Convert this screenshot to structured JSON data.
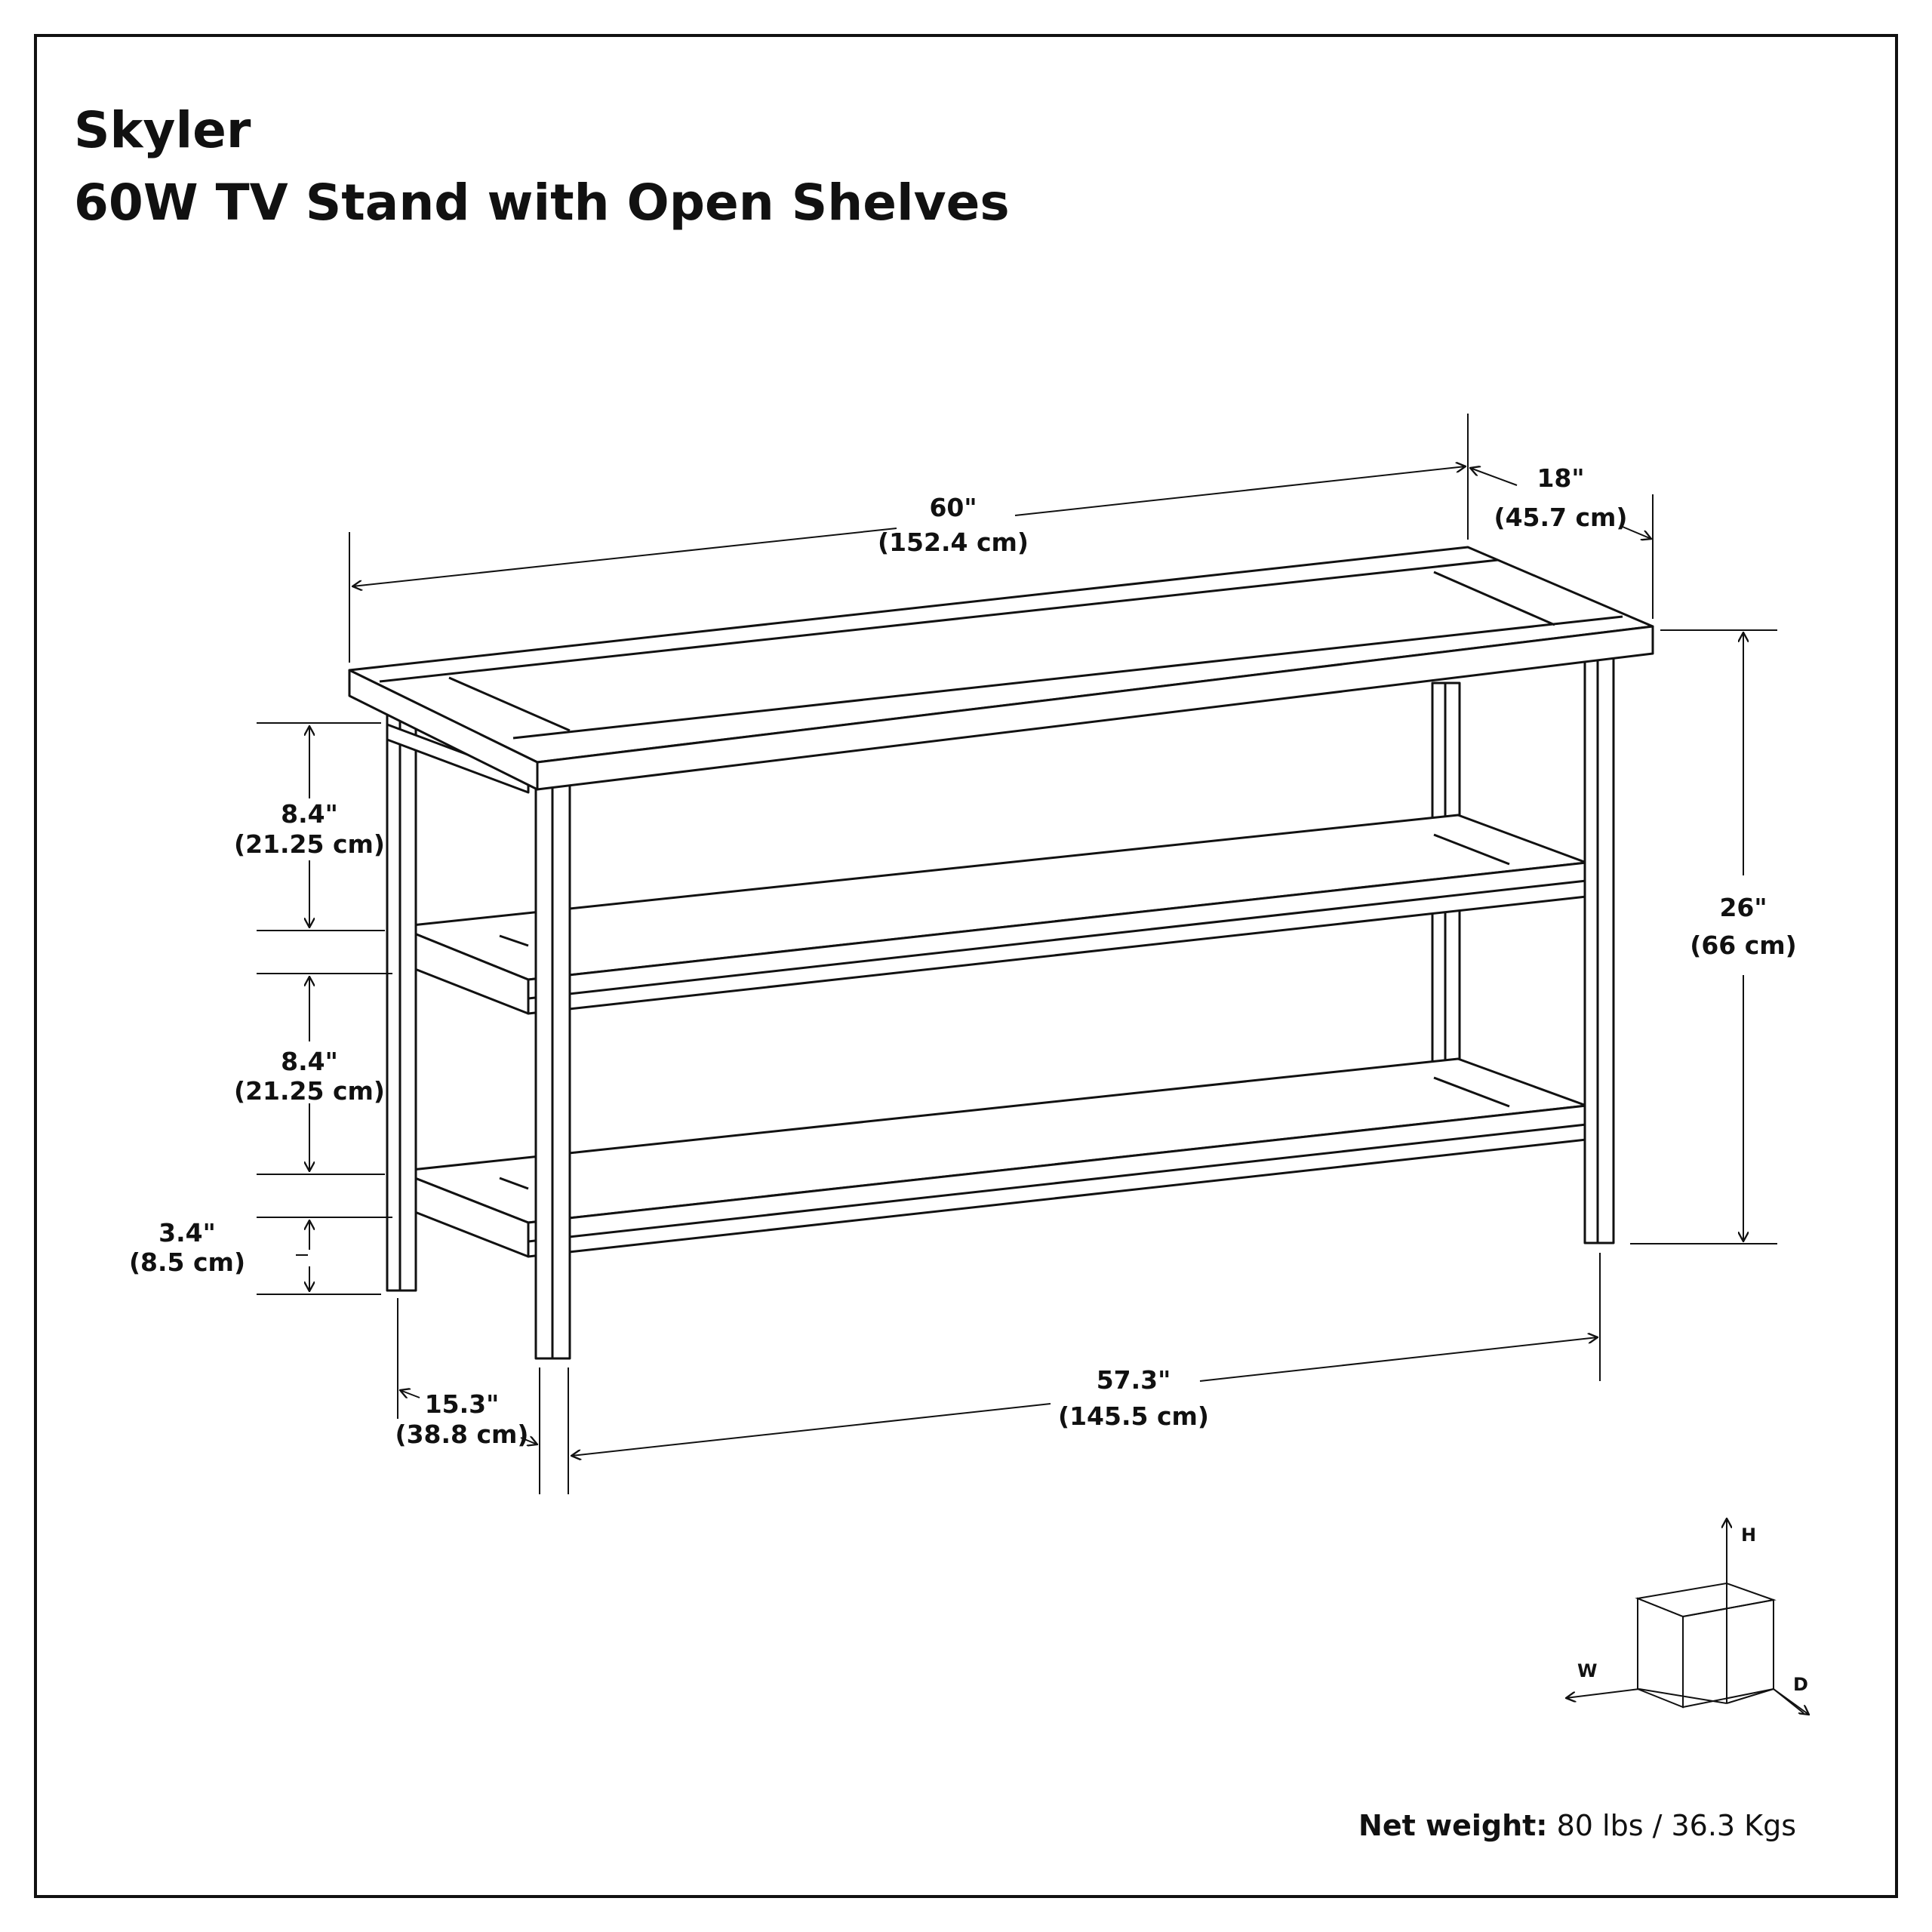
{
  "title": {
    "line1": "Skyler",
    "line2": "60W TV Stand with Open Shelves"
  },
  "dimensions": {
    "width": {
      "imperial": "60\"",
      "metric": "(152.4 cm)"
    },
    "depth": {
      "imperial": "18\"",
      "metric": "(45.7 cm)"
    },
    "height": {
      "imperial": "26\"",
      "metric": "(66 cm)"
    },
    "shelf_gap_top": {
      "imperial": "8.4\"",
      "metric": "(21.25 cm)"
    },
    "shelf_gap_mid": {
      "imperial": "8.4\"",
      "metric": "(21.25 cm)"
    },
    "clearance": {
      "imperial": "3.4\"",
      "metric": "(8.5 cm)"
    },
    "inner_depth": {
      "imperial": "15.3\"",
      "metric": "(38.8 cm)"
    },
    "inner_width": {
      "imperial": "57.3\"",
      "metric": "(145.5 cm)"
    }
  },
  "axis_legend": {
    "h": "H",
    "w": "W",
    "d": "D"
  },
  "net_weight": {
    "label": "Net weight:",
    "value": " 80 lbs / 36.3 Kgs"
  },
  "colors": {
    "line": "#111111",
    "background": "#ffffff"
  }
}
